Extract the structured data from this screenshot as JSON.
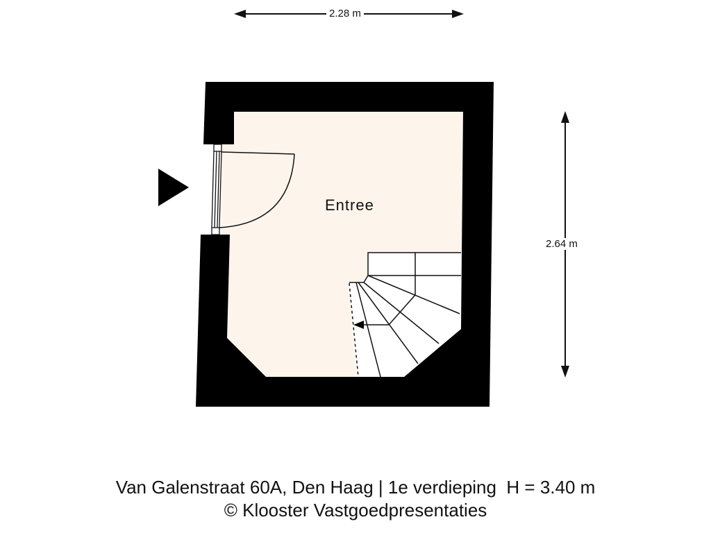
{
  "floorplan": {
    "rooms": [
      {
        "label": "Entree"
      }
    ],
    "dimensions": {
      "width": "2.28 m",
      "height": "2.64 m"
    },
    "entrance_marker": "entrance-arrow",
    "colors": {
      "wall": "#000000",
      "floor": "#fdf5ec",
      "stairs": "#ffffff",
      "background": "#ffffff",
      "lines": "#111111"
    }
  },
  "caption": {
    "line1": "Van Galenstraat 60A, Den Haag | 1e verdieping  H = 3.40 m",
    "line2": "© Klooster Vastgoedpresentaties"
  }
}
